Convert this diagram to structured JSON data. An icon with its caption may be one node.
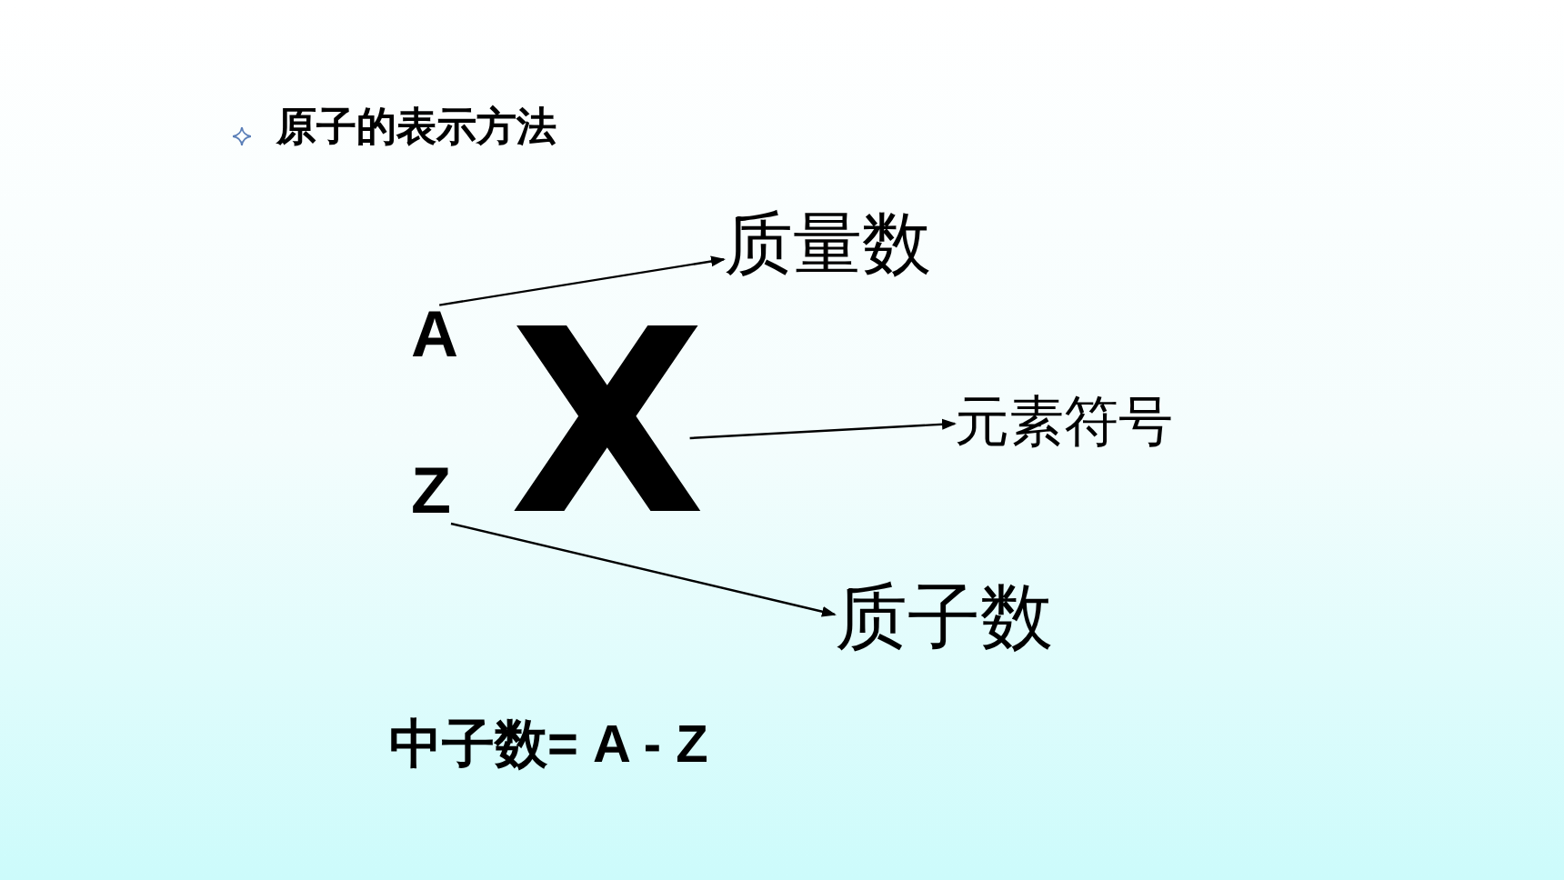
{
  "diagram": {
    "title": "原子的表示方法",
    "nodes": [
      {
        "text": [
          "A"
        ]
      },
      {
        "text": [
          "Z"
        ]
      },
      {
        "text": [
          "X"
        ]
      },
      {
        "text": [
          "质量数"
        ]
      },
      {
        "text": [
          "元素符号"
        ]
      },
      {
        "text": [
          "质子数"
        ]
      }
    ],
    "edges": [
      {
        "from": 0,
        "to": 3,
        "arrow": "to"
      },
      {
        "from": 2,
        "to": 4,
        "arrow": "to"
      },
      {
        "from": 1,
        "to": 5,
        "arrow": "to"
      }
    ],
    "labels": [
      "中子数= A - Z"
    ]
  }
}
